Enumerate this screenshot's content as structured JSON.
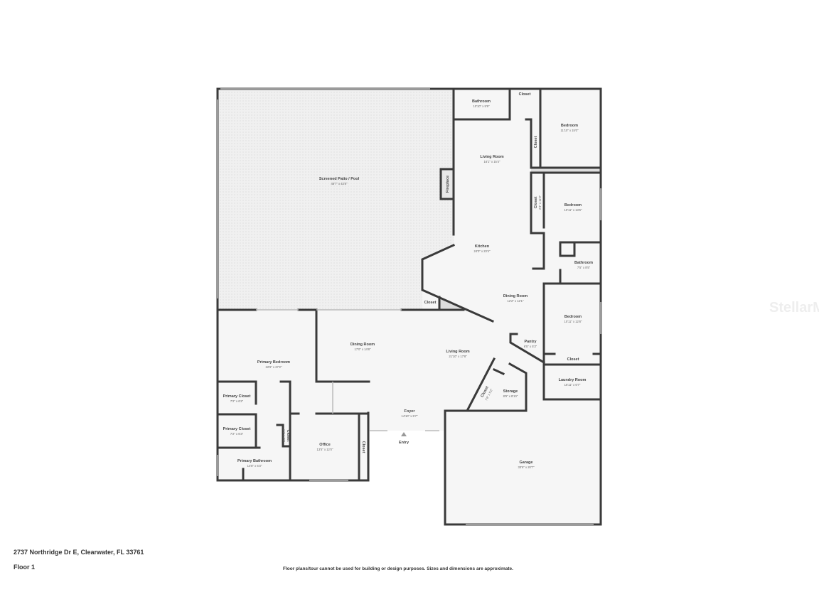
{
  "address": "2737 Northridge Dr E, Clearwater, FL 33761",
  "floor_label": "Floor 1",
  "disclaimer": "Floor plans/tour cannot be used for building or design purposes. Sizes and dimensions are approximate.",
  "watermark": "StellarMLS",
  "entry_label": "Entry",
  "colors": {
    "wall": "#3a3a3a",
    "floor": "#f5f5f5",
    "patio": "#ececec"
  },
  "rooms": {
    "patio": {
      "name": "Screened Patio / Pool",
      "dims": "46'7\" x 43'8\""
    },
    "bath1": {
      "name": "Bathroom",
      "dims": "10'10\" x 5'9\""
    },
    "closet_top": {
      "name": "Closet"
    },
    "bedroom1": {
      "name": "Bedroom",
      "dims": "11'10\" x 15'0\""
    },
    "closet_b1": {
      "name": "Closet"
    },
    "living1": {
      "name": "Living Room",
      "dims": "16'1\" x 15'4\""
    },
    "fireplace": {
      "name": "Fireplace"
    },
    "bedroom2": {
      "name": "Bedroom",
      "dims": "10'11\" x 13'6\""
    },
    "closet_b2": {
      "name": "Closet",
      "dims": "2'3\" x 11'9\""
    },
    "kitchen": {
      "name": "Kitchen",
      "dims": "24'0\" x 23'4\""
    },
    "bath2": {
      "name": "Bathroom",
      "dims": "7'5\" x 8'5\""
    },
    "dining1": {
      "name": "Dining Room",
      "dims": "12'2\" x 12'1\""
    },
    "closet_k": {
      "name": "Closet"
    },
    "bedroom3": {
      "name": "Bedroom",
      "dims": "10'11\" x 12'8\""
    },
    "pantry": {
      "name": "Pantry",
      "dims": "6'5\" x 5'3\""
    },
    "closet_b3": {
      "name": "Closet"
    },
    "dining2": {
      "name": "Dining Room",
      "dims": "17'0\" x 14'8\""
    },
    "living2": {
      "name": "Living Room",
      "dims": "21'10\" x 17'8\""
    },
    "primary_bed": {
      "name": "Primary Bedroom",
      "dims": "22'6\" x 27'2\""
    },
    "laundry": {
      "name": "Laundry Room",
      "dims": "16'11\" x 6'7\""
    },
    "closet_s": {
      "name": "Closet",
      "dims": "7'6\" x 5'2\""
    },
    "storage": {
      "name": "Storage",
      "dims": "8'9\" x 8'10\""
    },
    "pcloset1": {
      "name": "Primary Closet",
      "dims": "7'2\" x 6'2\""
    },
    "pcloset2": {
      "name": "Primary Closet",
      "dims": "7'2\" x 6'3\""
    },
    "closet_pb": {
      "name": "Closet",
      "dims": "1'1\" x 4'0\""
    },
    "foyer": {
      "name": "Foyer",
      "dims": "14'10\" x 5'7\""
    },
    "office": {
      "name": "Office",
      "dims": "13'5\" x 12'0\""
    },
    "closet_o": {
      "name": "Closet"
    },
    "primary_bath": {
      "name": "Primary Bathroom",
      "dims": "14'8\" x 6'3\""
    },
    "garage": {
      "name": "Garage",
      "dims": "33'6\" x 20'7\""
    }
  }
}
